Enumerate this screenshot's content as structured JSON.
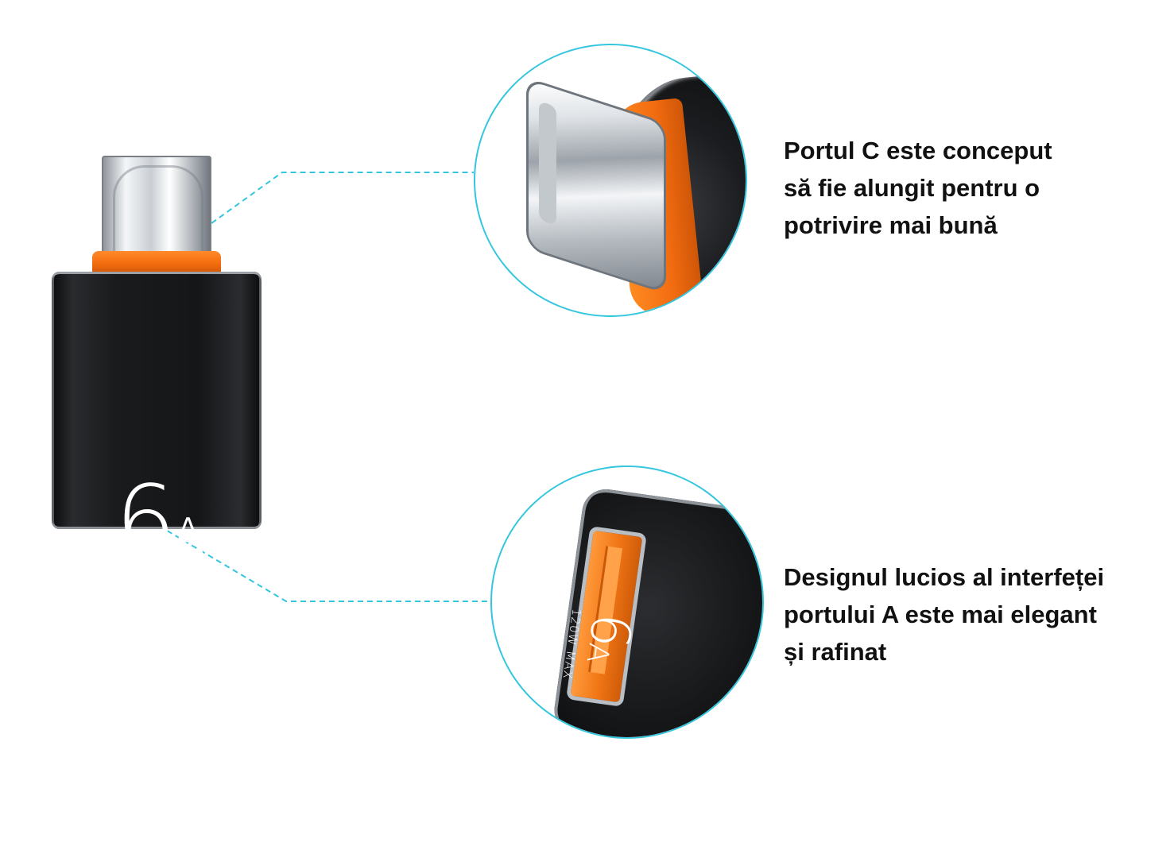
{
  "product": {
    "rating_main": "6",
    "rating_unit": "A",
    "power_label": "120W MAX"
  },
  "features": [
    {
      "lines": [
        "Portul C este conceput",
        "să fie alungit pentru o",
        "potrivire mai bună"
      ]
    },
    {
      "lines": [
        "Designul lucios al interfeței",
        "portului A este mai elegant",
        "și rafinat"
      ]
    }
  ],
  "colors": {
    "accent_line": "#33c6de",
    "orange": "#f26b0d",
    "body_black": "#151618",
    "text": "#111111"
  }
}
